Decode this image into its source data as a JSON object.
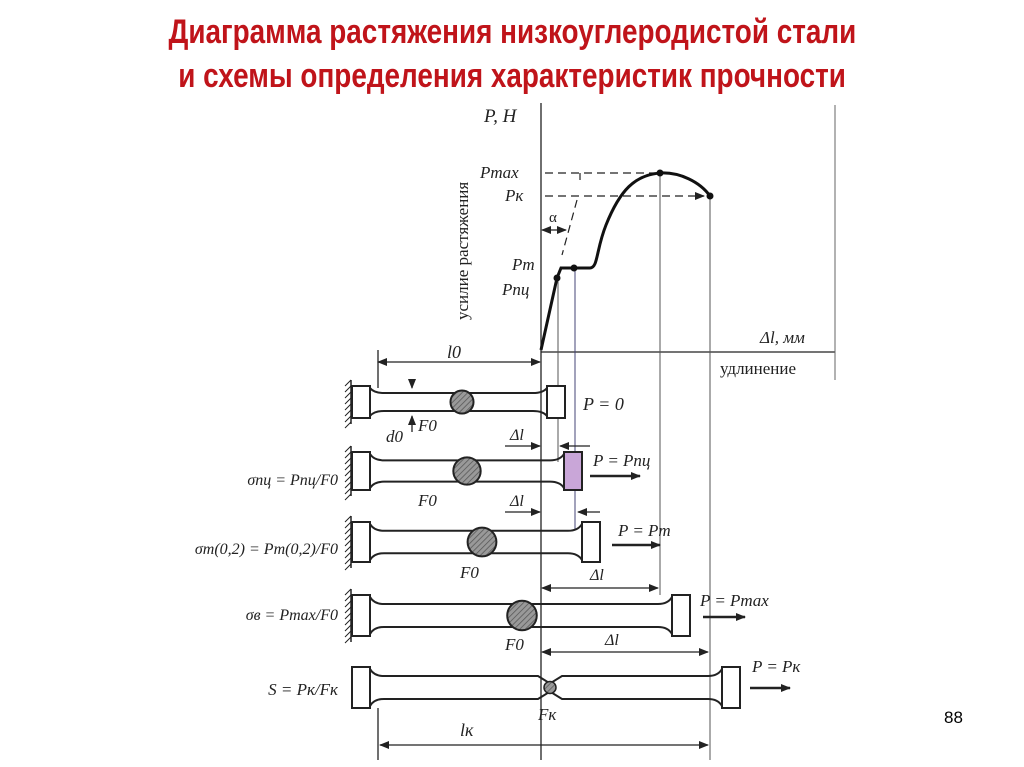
{
  "title": {
    "line1": "Диаграмма растяжения низкоуглеродистой стали",
    "line2": "и схемы  определения характеристик прочности"
  },
  "graph": {
    "y_axis_label": "P, Н",
    "y_axis_caption": "усилие растяжения",
    "x_axis_label": "Δl, мм",
    "x_axis_caption": "удлинение",
    "p_max": "Pmax",
    "p_k": "Pк",
    "alpha": "α",
    "p_t": "Pт",
    "p_pc": "Pпц"
  },
  "specimens": [
    {
      "formula": "",
      "force": "P = 0",
      "area": "F0",
      "extra": "d0",
      "length": "l0",
      "delta": "Δl"
    },
    {
      "formula": "σпц = Pпц/F0",
      "force": "P = Pпц",
      "area": "F0",
      "delta": "Δl"
    },
    {
      "formula": "σт(0,2) = Pт(0,2)/F0",
      "force": "P = Pт",
      "area": "F0",
      "delta": "Δl"
    },
    {
      "formula": "σв = Pmax/F0",
      "force": "P = Pmax",
      "area": "F0",
      "delta": "Δl"
    },
    {
      "formula": "S = Pк/Fк",
      "force": "P = Pк",
      "area": "Fк",
      "length": "lк"
    }
  ],
  "page_number": "88",
  "colors": {
    "title": "#c0141a",
    "line": "#222222"
  }
}
